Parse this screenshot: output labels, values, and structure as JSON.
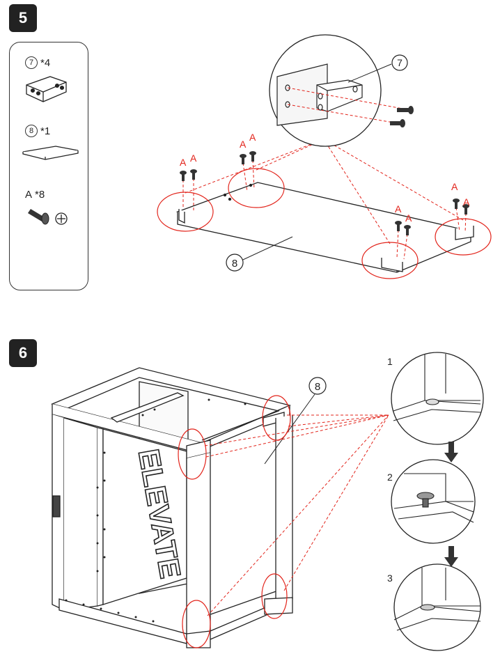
{
  "step5": {
    "badge": "5",
    "parts": [
      {
        "num": "7",
        "qty": "*4"
      },
      {
        "num": "8",
        "qty": "*1"
      },
      {
        "num": "A",
        "qty": "*8"
      }
    ],
    "callout_7": "7",
    "callout_8": "8",
    "screw_label": "A"
  },
  "step6": {
    "badge": "6",
    "callout_8": "8",
    "detail_steps": [
      "1",
      "2",
      "3"
    ],
    "logo_text": "ELEVATE"
  },
  "colors": {
    "line": "#222222",
    "dash": "#e2231a",
    "badge_bg": "#222222"
  }
}
